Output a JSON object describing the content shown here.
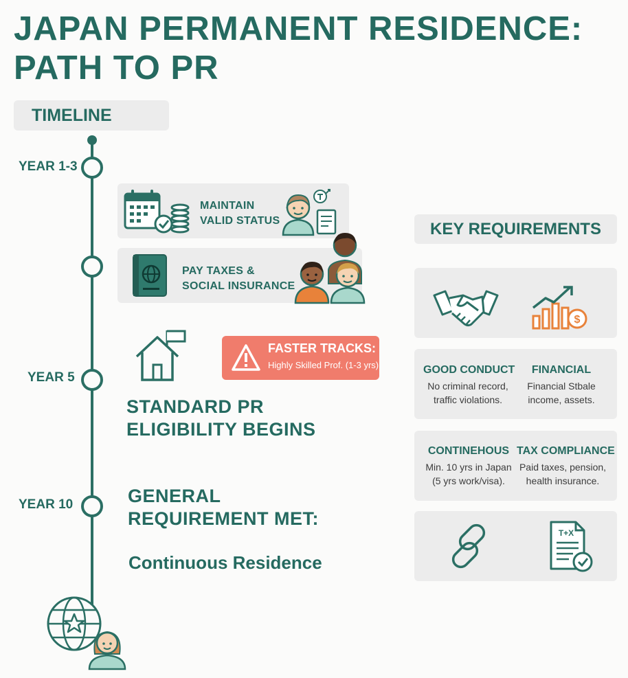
{
  "title_line1": "JAPAN PERMANENT RESIDENCE:",
  "title_line2": "PATH TO PR",
  "timeline": {
    "heading": "TIMELINE",
    "year_1_3": "YEAR 1-3",
    "year_5": "YEAR 5",
    "year_10": "YEAR 10",
    "step_status_line1": "MAINTAIN",
    "step_status_line2": "VALID STATUS",
    "step_taxes_line1": "PAY TAXES &",
    "step_taxes_line2": "SOCIAL INSURANCE",
    "alert_title": "FASTER TRACKS:",
    "alert_sub": "Highly Skilled Prof. (1-3 yrs)",
    "eligibility_line1": "STANDARD PR",
    "eligibility_line2": "ELIGIBILITY BEGINS",
    "general_line1": "GENERAL",
    "general_line2": "REQUIREMENT MET:",
    "continuous": "Continuous Residence"
  },
  "requirements": {
    "heading": "KEY REQUIREMENTS",
    "good_conduct_title": "GOOD CONDUCT",
    "good_conduct_line1": "No criminal record,",
    "good_conduct_line2": "traffic violations.",
    "financial_title": "FINANCIAL",
    "financial_line1": "Financial Stbale",
    "financial_line2": "income, assets.",
    "continuous_title": "CONTINEHOUS",
    "continuous_line1": "Min. 10 yrs in Japan",
    "continuous_line2": "(5 yrs work/visa).",
    "tax_title": "TAX COMPLIANCE",
    "tax_line1": "Paid taxes, pension,",
    "tax_line2": "health insurance.",
    "tax_doc_label": "T+X"
  },
  "colors": {
    "primary": "#256a60",
    "card_bg": "#ececec",
    "alert": "#f07c6c",
    "accent_orange": "#e8823a"
  }
}
